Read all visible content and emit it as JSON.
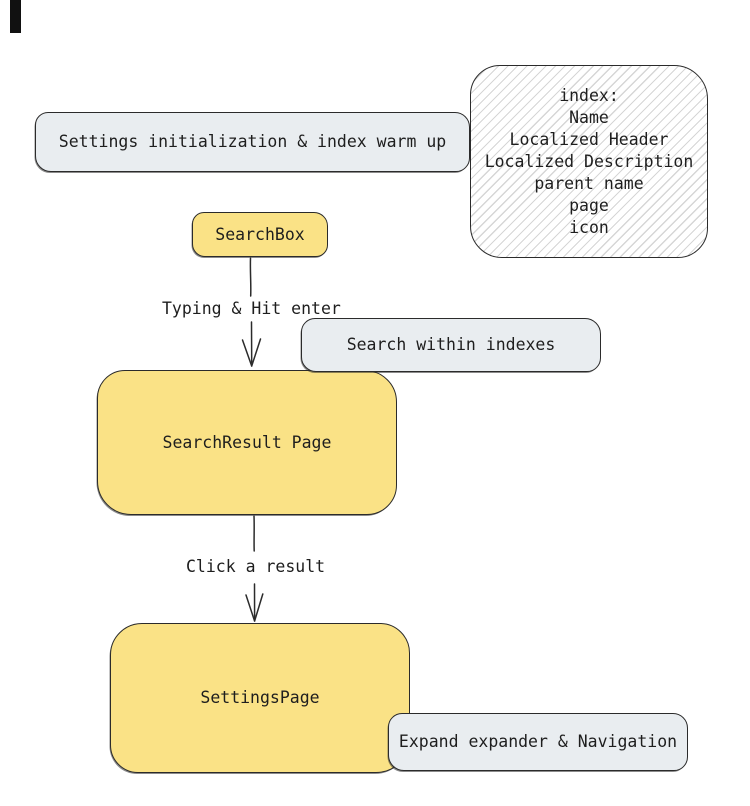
{
  "colors": {
    "yellow_fill": "#fae286",
    "gray_fill": "#e9edf0",
    "stroke": "#2b2b2b",
    "hatch": "#d6d6d6",
    "text": "#1e1e1e",
    "caret": "#111111"
  },
  "nodes": {
    "settings_init": "Settings initialization & index warm up",
    "index_title": "index:",
    "index_fields": [
      "Name",
      "Localized Header",
      "Localized Description",
      "parent name",
      "page",
      "icon"
    ],
    "search_box": "SearchBox",
    "search_within": "Search within indexes",
    "search_result": "SearchResult Page",
    "settings_page": "SettingsPage",
    "expand_nav": "Expand expander & Navigation"
  },
  "edges": {
    "typing": "Typing & Hit enter",
    "click": "Click a result"
  }
}
